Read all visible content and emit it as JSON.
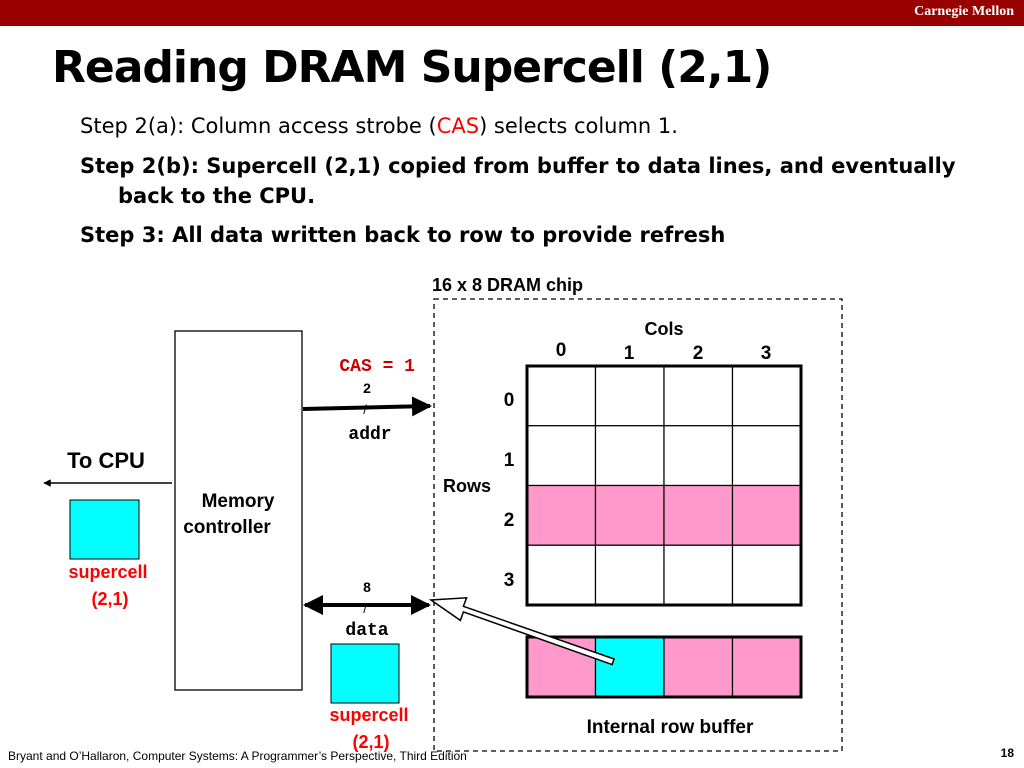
{
  "header": {
    "brand": "Carnegie Mellon"
  },
  "title": "Reading DRAM Supercell (2,1)",
  "bullets": {
    "step2a_prefix": "Step 2(a): Column access strobe (",
    "step2a_highlight": "CAS",
    "step2a_suffix": ") selects column 1.",
    "step2b_line1": "Step 2(b): Supercell (2,1) copied from buffer to data lines, and eventually",
    "step2b_line2": "back to the CPU.",
    "step3": "Step 3: All data written back to row to provide refresh"
  },
  "diagram": {
    "chip_label": "16 x 8 DRAM chip",
    "cols_label": "Cols",
    "rows_label": "Rows",
    "col_indices": [
      "0",
      "1",
      "2",
      "3"
    ],
    "row_indices": [
      "0",
      "1",
      "2",
      "3"
    ],
    "highlighted_row": 2,
    "selected_col": 1,
    "cas_label": "CAS = 1",
    "addr_width": "2",
    "addr_label": "addr",
    "data_width": "8",
    "data_label": "data",
    "bus_slash": "/",
    "memory_controller_line1": "Memory",
    "memory_controller_line2": "controller",
    "to_cpu_label": "To CPU",
    "supercell_line1": "supercell",
    "supercell_line2": "(2,1)",
    "row_buffer_label": "Internal row buffer",
    "colors": {
      "highlight_row": "#ff99cc",
      "supercell": "#00ffff",
      "accent_red": "#ff0000",
      "cas_red": "#cc0000"
    }
  },
  "footer": {
    "citation": "Bryant and O’Hallaron, Computer Systems: A Programmer’s Perspective, Third Edition",
    "page": "18"
  }
}
